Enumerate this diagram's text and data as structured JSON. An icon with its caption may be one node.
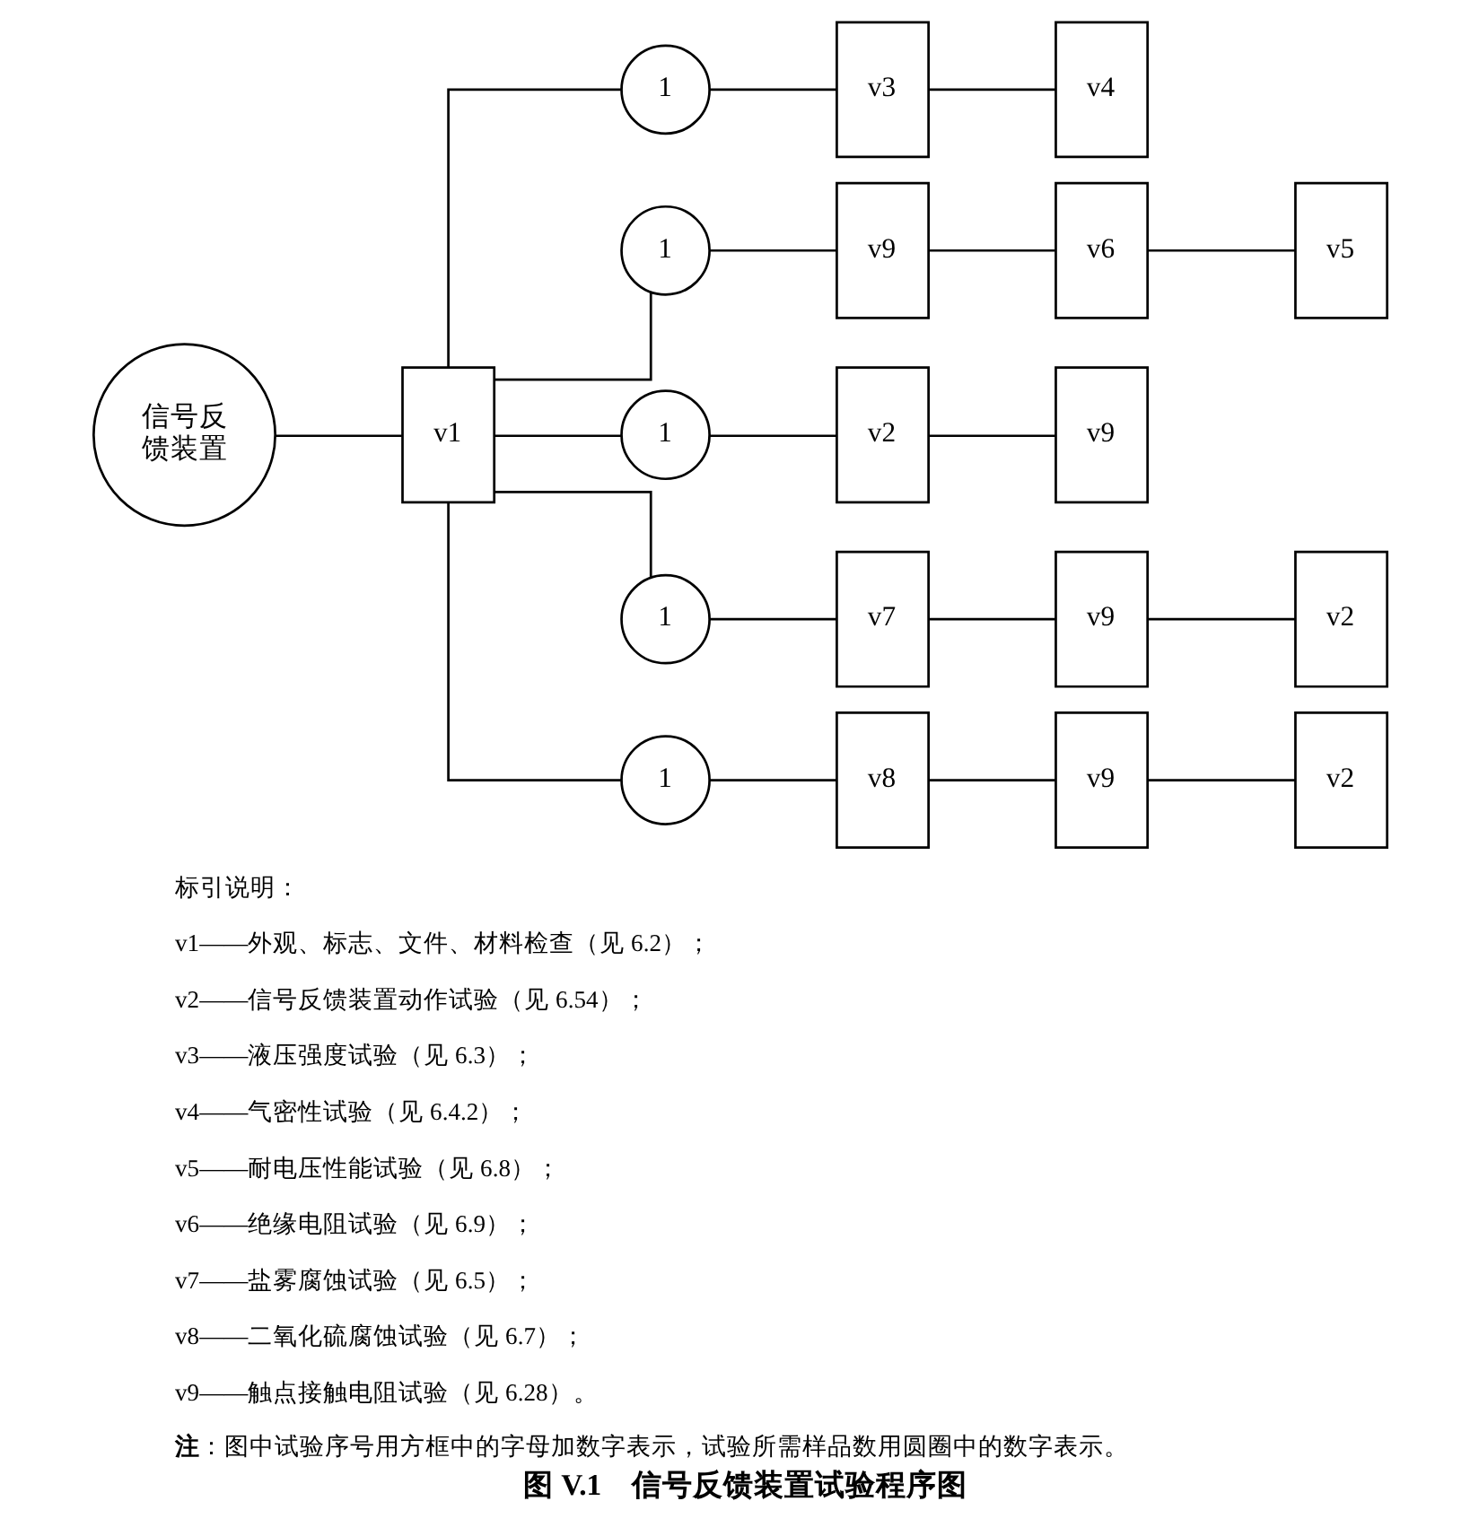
{
  "diagram": {
    "caption": "图 V.1　信号反馈装置试验程序图",
    "nodes": [
      {
        "text": [
          "信号反馈装置"
        ]
      },
      {
        "text": [
          "v1"
        ]
      },
      {
        "text": [
          "1"
        ]
      },
      {
        "text": [
          "v3"
        ]
      },
      {
        "text": [
          "v4"
        ]
      },
      {
        "text": [
          "1"
        ]
      },
      {
        "text": [
          "v9"
        ]
      },
      {
        "text": [
          "v6"
        ]
      },
      {
        "text": [
          "v5"
        ]
      },
      {
        "text": [
          "1"
        ]
      },
      {
        "text": [
          "v2"
        ]
      },
      {
        "text": [
          "v9"
        ]
      },
      {
        "text": [
          "1"
        ]
      },
      {
        "text": [
          "v7"
        ]
      },
      {
        "text": [
          "v9"
        ]
      },
      {
        "text": [
          "v2"
        ]
      },
      {
        "text": [
          "1"
        ]
      },
      {
        "text": [
          "v8"
        ]
      },
      {
        "text": [
          "v9"
        ]
      },
      {
        "text": [
          "v2"
        ]
      }
    ],
    "edges": [
      {
        "from": 0,
        "to": 1,
        "arrow": "none"
      },
      {
        "from": 1,
        "to": 2,
        "arrow": "none"
      },
      {
        "from": 1,
        "to": 5,
        "arrow": "none"
      },
      {
        "from": 1,
        "to": 9,
        "arrow": "none"
      },
      {
        "from": 1,
        "to": 12,
        "arrow": "none"
      },
      {
        "from": 1,
        "to": 16,
        "arrow": "none"
      },
      {
        "from": 2,
        "to": 3,
        "arrow": "none"
      },
      {
        "from": 3,
        "to": 4,
        "arrow": "none"
      },
      {
        "from": 5,
        "to": 6,
        "arrow": "none"
      },
      {
        "from": 6,
        "to": 7,
        "arrow": "none"
      },
      {
        "from": 7,
        "to": 8,
        "arrow": "none"
      },
      {
        "from": 9,
        "to": 10,
        "arrow": "none"
      },
      {
        "from": 10,
        "to": 11,
        "arrow": "none"
      },
      {
        "from": 12,
        "to": 13,
        "arrow": "none"
      },
      {
        "from": 13,
        "to": 14,
        "arrow": "none"
      },
      {
        "from": 14,
        "to": 15,
        "arrow": "none"
      },
      {
        "from": 16,
        "to": 17,
        "arrow": "none"
      },
      {
        "from": 17,
        "to": 18,
        "arrow": "none"
      },
      {
        "from": 18,
        "to": 19,
        "arrow": "none"
      }
    ],
    "labels": [
      "标引说明：",
      "v1——外观、标志、文件、材料检查（见 6.2）；",
      "v2——信号反馈装置动作试验（见 6.54）；",
      "v3——液压强度试验（见 6.3）；",
      "v4——气密性试验（见 6.4.2）；",
      "v5——耐电压性能试验（见 6.8）；",
      "v6——绝缘电阻试验（见 6.9）；",
      "v7——盐雾腐蚀试验（见 6.5）；",
      "v8——二氧化硫腐蚀试验（见 6.7）；",
      "v9——触点接触电阻试验（见 6.28）。",
      "**注**：图中试验序号用方框中的字母加数字表示，试验所需样品数用圆圈中的数字表示。"
    ]
  }
}
